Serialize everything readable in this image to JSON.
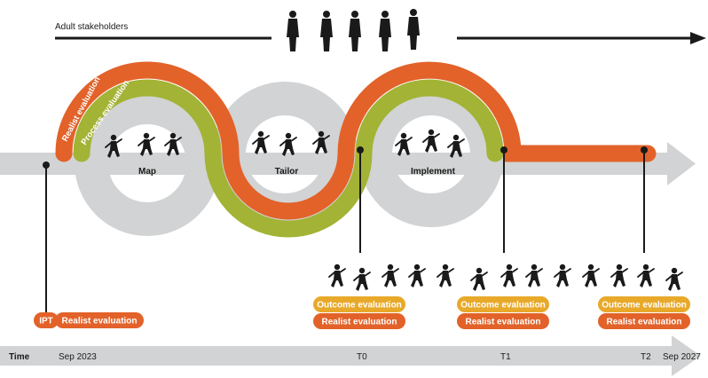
{
  "header": {
    "stakeholders_label": "Adult stakeholders"
  },
  "phases": {
    "map": "Map",
    "tailor": "Tailor",
    "implement": "Implement"
  },
  "arc_labels": {
    "realist": "Realist evaluation",
    "process": "Process evaluation"
  },
  "timeline": {
    "label": "Time",
    "start": "Sep 2023",
    "t0": "T0",
    "t1": "T1",
    "t2": "T2",
    "end": "Sep 2027"
  },
  "pills": {
    "ipt": "IPT",
    "realist_1": "Realist evaluation",
    "outcome_t0": "Outcome evaluation",
    "realist_t0": "Realist evaluation",
    "outcome_t1": "Outcome evaluation",
    "realist_t1": "Realist evaluation",
    "outcome_t2": "Outcome evaluation",
    "realist_t2": "Realist evaluation"
  },
  "colors": {
    "orange": "#e2622a",
    "green": "#a3b335",
    "gray": "#d2d3d4",
    "yellow": "#e8a92a",
    "dark": "#1a1a1a"
  },
  "icons": [
    "adult-figure-icon",
    "child-figure-icon"
  ]
}
